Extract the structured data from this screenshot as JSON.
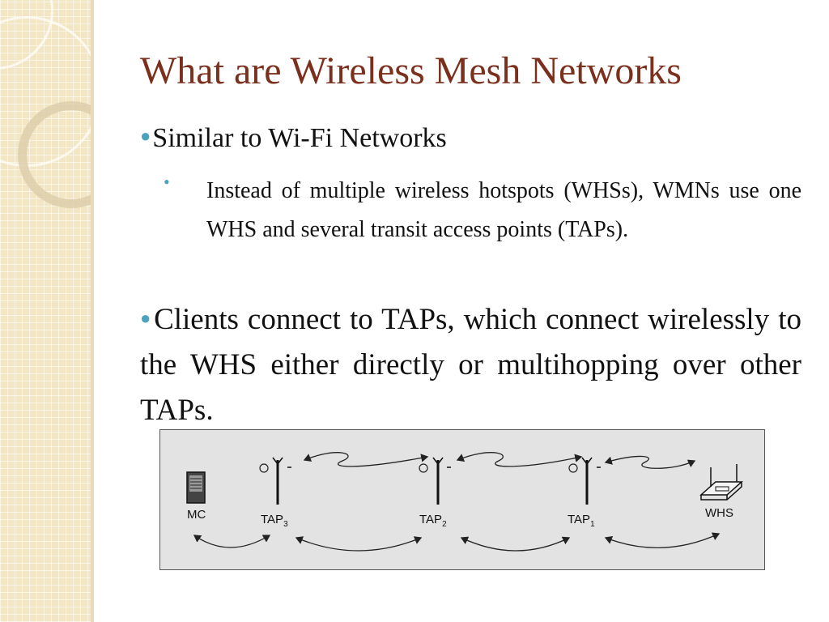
{
  "slide": {
    "title": "What are Wireless Mesh Networks",
    "bullet1": "Similar to Wi-Fi Networks",
    "bullet1_sub": "Instead of multiple wireless hotspots (WHSs), WMNs use one WHS and several transit access points (TAPs).",
    "bullet2": "Clients connect to TAPs, which connect wirelessly to the WHS either directly or multihopping over other TAPs."
  },
  "diagram": {
    "nodes": [
      {
        "label": "MC",
        "sub": ""
      },
      {
        "label": "TAP",
        "sub": "3"
      },
      {
        "label": "TAP",
        "sub": "2"
      },
      {
        "label": "TAP",
        "sub": "1"
      },
      {
        "label": "WHS",
        "sub": ""
      }
    ]
  },
  "colors": {
    "title": "#7b2f1d",
    "bullet": "#4aa3bf",
    "sidebar": "#f3e6c4",
    "diagram_bg": "#e3e3e3"
  }
}
